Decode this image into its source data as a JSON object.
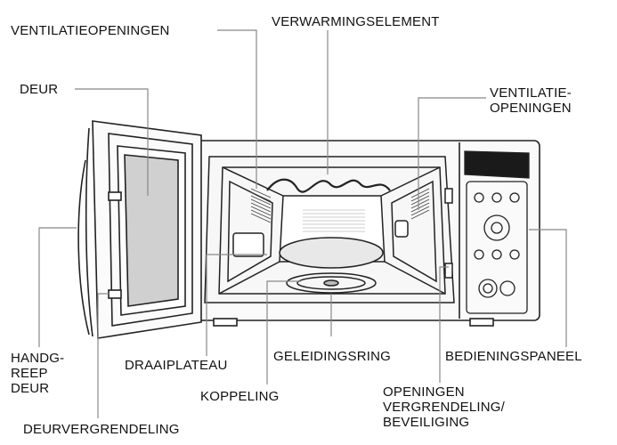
{
  "labels": {
    "ventilatieopeningen_top": "VENTILATIEOPENINGEN",
    "verwarmingselement": "VERWARMINGSELEMENT",
    "deur": "DEUR",
    "ventilatieopeningen_right": "VENTILATIE-\nOPENINGEN",
    "handgreep_deur": "HANDG-\nREEP\nDEUR",
    "draaiplateau": "DRAAIPLATEAU",
    "geleidingsring": "GELEIDINGSRING",
    "bedieningspaneel": "BEDIENINGSPANEEL",
    "koppeling": "KOPPELING",
    "openingen_vergrendeling": "OPENINGEN\nVERGRENDELING/\nBEVEILIGING",
    "deurvergrendeling": "DEURVERGRENDELING"
  },
  "colors": {
    "line": "#222222",
    "leader": "#888888",
    "glass": "#d0d0d0",
    "panel_dark": "#1a1a1a"
  }
}
